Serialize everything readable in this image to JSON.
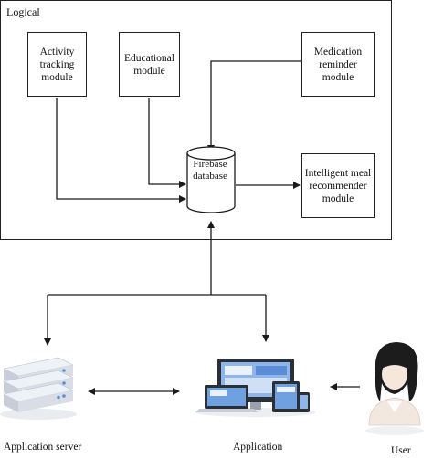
{
  "frame": {
    "title": "Logical"
  },
  "modules": {
    "activity": "Activity\ntracking\nmodule",
    "educational": "Educational\nmodule",
    "medication": "Medication\nreminder\nmodule",
    "meal": "Intelligent meal\nrecommender\nmodule"
  },
  "database": {
    "label": "Firebase\ndatabase"
  },
  "bottom": {
    "server_label": "Application server",
    "application_label": "Application",
    "user_label": "User"
  },
  "colors": {
    "line": "#1a1a1a",
    "server_body": "#d9dee6",
    "server_accent": "#5b8dd6",
    "device_frame": "#2b2f36",
    "screen_blue": "#6fa0e0",
    "user_hair": "#1c1c1c",
    "user_skin": "#f6e7dc"
  },
  "icons": [
    "server-stack-icon",
    "devices-icon",
    "user-icon"
  ]
}
